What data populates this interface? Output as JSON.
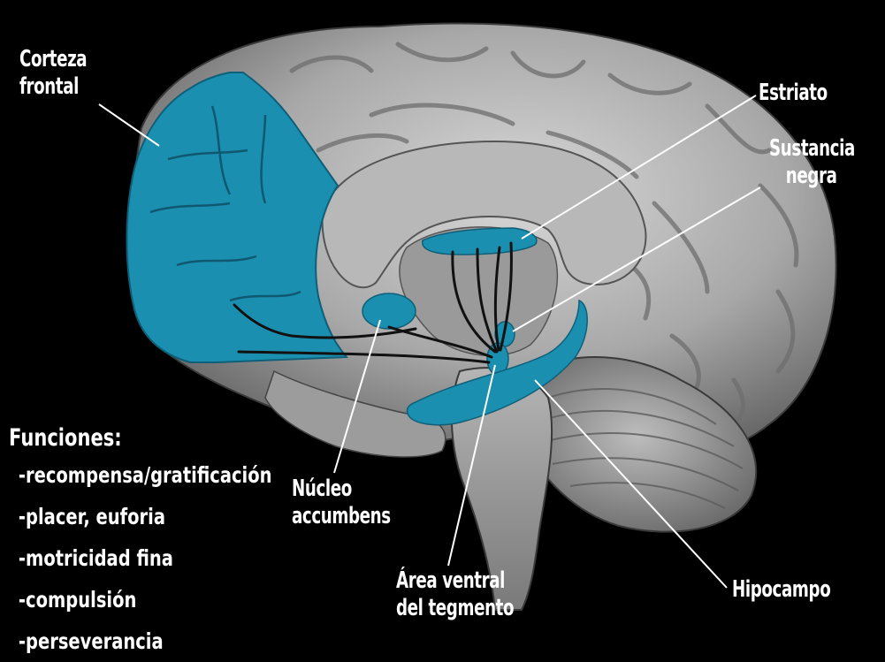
{
  "labels": {
    "corteza_frontal_line1": "Corteza",
    "corteza_frontal_line2": "frontal",
    "estriato": "Estriato",
    "sustancia_negra_line1": "Sustancia",
    "sustancia_negra_line2": "negra",
    "nucleo_accumbens_line1": "Núcleo",
    "nucleo_accumbens_line2": "accumbens",
    "area_ventral_line1": "Área ventral",
    "area_ventral_line2": "del tegmento",
    "hipocampo": "Hipocampo"
  },
  "functions": {
    "title": "Funciones:",
    "items": [
      "-recompensa/gratificación",
      "-placer, euforia",
      "-motricidad fina",
      "-compulsión",
      "-perseverancia"
    ]
  },
  "colors": {
    "background": "#000000",
    "highlight": "#1b8fb0",
    "brain": "#a9a9a9",
    "text": "#ffffff"
  }
}
